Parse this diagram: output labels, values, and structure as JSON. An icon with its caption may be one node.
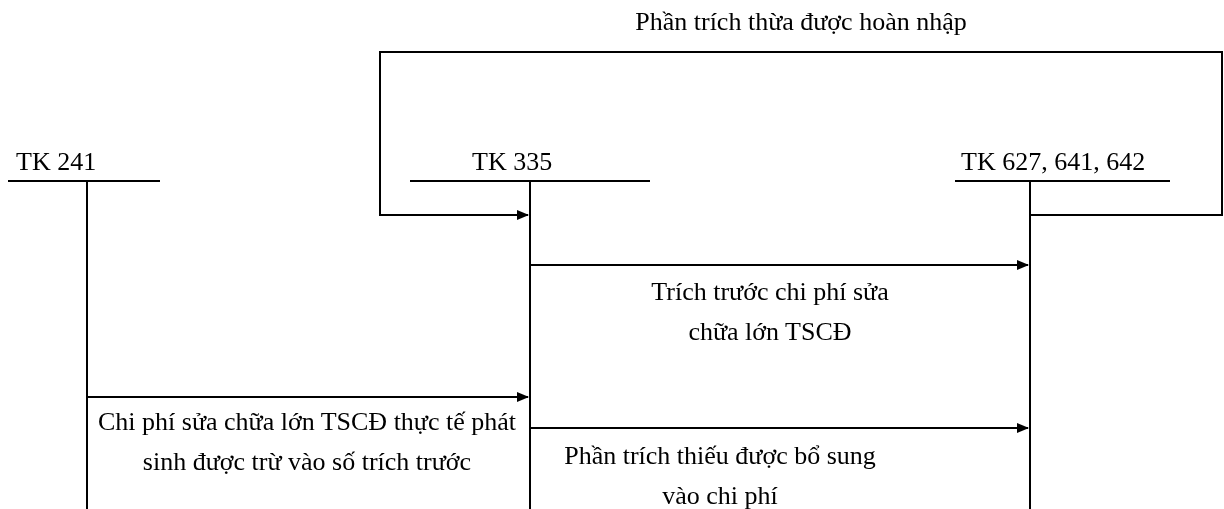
{
  "diagram": {
    "nodes": [
      {
        "text": [
          "TK 241"
        ]
      },
      {
        "text": [
          "TK 335"
        ]
      },
      {
        "text": [
          "TK 627, 641, 642"
        ]
      }
    ],
    "edges": [
      {
        "from": 2,
        "to": 1,
        "arrow": "to",
        "label": "Phần trích thừa được hoàn nhập"
      },
      {
        "from": 1,
        "to": 2,
        "arrow": "to",
        "label": "Trích trước chi phí sửa chữa lớn TSCĐ"
      },
      {
        "from": 0,
        "to": 1,
        "arrow": "to",
        "label": "Chi phí sửa chữa lớn TSCĐ thực tế phát sinh được trừ vào số trích trước"
      },
      {
        "from": 1,
        "to": 2,
        "arrow": "to",
        "label": "Phần trích thiếu được bổ sung vào chi phí"
      }
    ]
  }
}
